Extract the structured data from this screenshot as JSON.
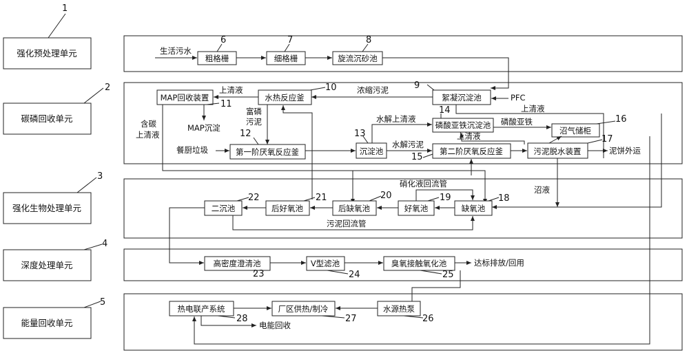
{
  "units": [
    {
      "id": "unit-pretreatment",
      "label": "强化预处理单元",
      "number": "1"
    },
    {
      "id": "unit-carbon-phosphorus",
      "label": "碳磷回收单元",
      "number": "2"
    },
    {
      "id": "unit-bio",
      "label": "强化生物处理单元",
      "number": "3"
    },
    {
      "id": "unit-advanced",
      "label": "深度处理单元",
      "number": "4"
    },
    {
      "id": "unit-energy",
      "label": "能量回收单元",
      "number": "5"
    }
  ],
  "nodes": {
    "coarse_screen": {
      "label": "粗格栅",
      "number": "6"
    },
    "fine_screen": {
      "label": "细格栅",
      "number": "7"
    },
    "vortex_grit": {
      "label": "旋流沉砂池",
      "number": "8"
    },
    "flocculation": {
      "label": "絮凝沉淀池",
      "number": "9"
    },
    "hydrothermal": {
      "label": "水热反应釜",
      "number": "10"
    },
    "map_recovery": {
      "label": "MAP回收装置",
      "number": "11"
    },
    "anaerobic1": {
      "label": "第一阶厌氧反应釜",
      "number": "12"
    },
    "sedimentation": {
      "label": "沉淀池",
      "number": "13"
    },
    "vivianite": {
      "label": "磷酸亚铁沉淀池",
      "number": "14"
    },
    "anaerobic2": {
      "label": "第二阶厌氧反应釜",
      "number": "15"
    },
    "biogas": {
      "label": "沼气储柜",
      "number": "16"
    },
    "dewatering": {
      "label": "污泥脱水装置",
      "number": "17"
    },
    "anoxic": {
      "label": "缺氧池",
      "number": "18"
    },
    "aerobic": {
      "label": "好氧池",
      "number": "19"
    },
    "post_anoxic": {
      "label": "后缺氧池",
      "number": "20"
    },
    "post_aerobic": {
      "label": "后好氧池",
      "number": "21"
    },
    "secondary_clar": {
      "label": "二沉池",
      "number": "22"
    },
    "hd_clarifier": {
      "label": "高密度澄清池",
      "number": "23"
    },
    "v_filter": {
      "label": "V型滤池",
      "number": "24"
    },
    "ozone": {
      "label": "臭氧接触氧化池",
      "number": "25"
    },
    "heat_pump": {
      "label": "水源热泵",
      "number": "26"
    },
    "plant_heat": {
      "label": "厂区供热/制冷",
      "number": "27"
    },
    "chp": {
      "label": "热电联产系统",
      "number": "28"
    }
  },
  "flow_labels": {
    "sewage": "生活污水",
    "thick_sludge": "浓缩污泥",
    "supernatant_a": "上清液",
    "pfc": "PFC",
    "supernatant_b": "上清液",
    "p_rich_sludge": "富磷污泥",
    "map_precip": "MAP沉淀",
    "carbon_super": "含碳上清液",
    "kitchen_waste": "餐厨垃圾",
    "hydrolysis_super": "水解上清液",
    "vivianite_out": "磷酸亚铁",
    "supernatant_c": "上清液",
    "hydrolysis_sludge": "水解污泥",
    "cake_out": "泥饼外运",
    "biogas_liquid": "沼液",
    "nitrate_return": "硝化液回流管",
    "sludge_return": "污泥回流管",
    "discharge": "达标排放/回用",
    "power_recovery": "电能回收"
  }
}
